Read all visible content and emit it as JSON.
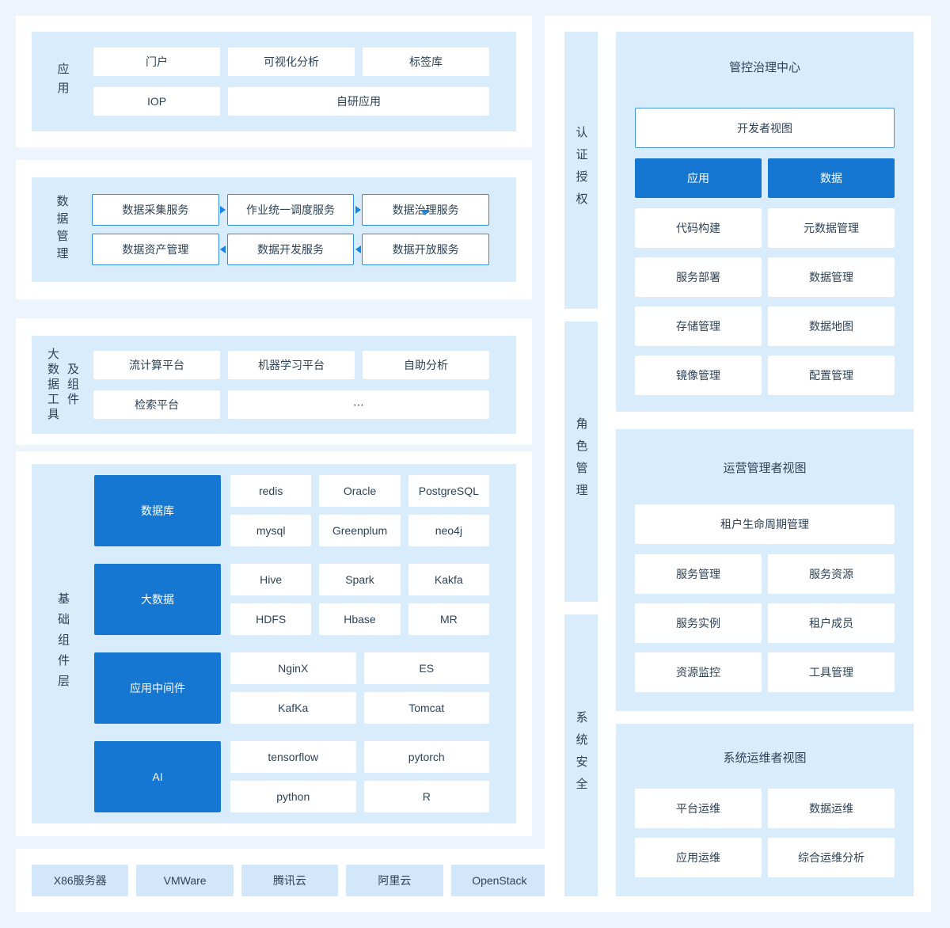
{
  "colors": {
    "page_bg": "#edf4fc",
    "panel_blue": "#d9ecfc",
    "accent_blue": "#1677d2",
    "border_blue": "#2e8ce8",
    "infra_box_blue": "#d2e8fa",
    "text": "#2e4257"
  },
  "left": {
    "app": {
      "label": "应用",
      "row1": [
        "门户",
        "可视化分析",
        "标签库"
      ],
      "row2": [
        "IOP",
        "自研应用"
      ]
    },
    "data_mgmt": {
      "label": "数据管理",
      "row1": [
        "数据采集服务",
        "作业统一调度服务",
        "数据治理服务"
      ],
      "row2": [
        "数据资产管理",
        "数据开发服务",
        "数据开放服务"
      ]
    },
    "tools": {
      "label_col1": "大数据工具",
      "label_col2": "及组件",
      "row1": [
        "流计算平台",
        "机器学习平台",
        "自助分析"
      ],
      "row2": [
        "检索平台",
        "⋯"
      ]
    },
    "base": {
      "label": "基础组件层",
      "groups": [
        {
          "name": "数据库",
          "items": [
            "redis",
            "Oracle",
            "PostgreSQL",
            "mysql",
            "Greenplum",
            "neo4j"
          ]
        },
        {
          "name": "大数据",
          "items": [
            "Hive",
            "Spark",
            "Kakfa",
            "HDFS",
            "Hbase",
            "MR"
          ]
        },
        {
          "name": "应用中间件",
          "items": [
            "NginX",
            "ES",
            "KafKa",
            "Tomcat"
          ]
        },
        {
          "name": "AI",
          "items": [
            "tensorflow",
            "pytorch",
            "python",
            "R"
          ]
        }
      ]
    },
    "infra": {
      "items": [
        "X86服务器",
        "VMWare",
        "腾讯云",
        "阿里云",
        "OpenStack"
      ]
    }
  },
  "middle_bars": [
    "认证授权",
    "角色管理",
    "系统安全"
  ],
  "right": {
    "governance": {
      "title": "管控治理中心",
      "view": "开发者视图",
      "tabs": [
        "应用",
        "数据"
      ],
      "grid": [
        [
          "代码构建",
          "元数据管理"
        ],
        [
          "服务部署",
          "数据管理"
        ],
        [
          "存储管理",
          "数据地图"
        ],
        [
          "镜像管理",
          "配置管理"
        ]
      ]
    },
    "operation": {
      "title": "运营管理者视图",
      "full_box": "租户生命周期管理",
      "grid": [
        [
          "服务管理",
          "服务资源"
        ],
        [
          "服务实例",
          "租户成员"
        ],
        [
          "资源监控",
          "工具管理"
        ]
      ]
    },
    "ops": {
      "title": "系统运维者视图",
      "grid": [
        [
          "平台运维",
          "数据运维"
        ],
        [
          "应用运维",
          "综合运维分析"
        ]
      ]
    }
  }
}
